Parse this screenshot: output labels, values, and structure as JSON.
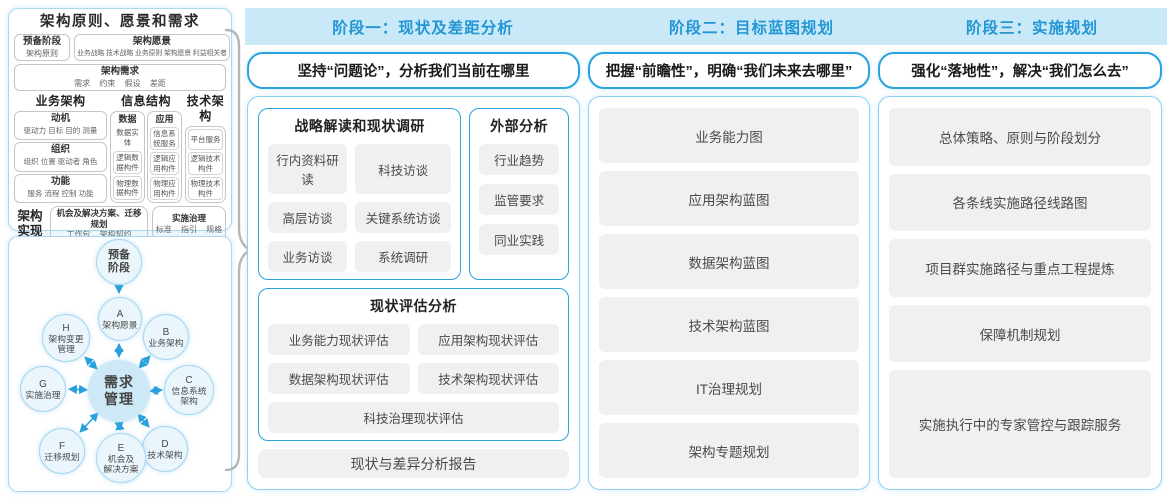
{
  "colors": {
    "accent_blue": "#29a2dc",
    "band_bg": "#c9e8f8",
    "panel_border": "#8ed2f2",
    "item_bg": "#f0f0f0",
    "brace_gray": "#b5b5b5"
  },
  "left_panel": {
    "top_box": {
      "title": "架构原则、愿景和需求",
      "prep": {
        "title": "预备阶段",
        "item": "架构原则"
      },
      "vision": {
        "title": "架构愿景",
        "text": "业务战略 技术战略 业务原则 架构愿景 利益相关者"
      },
      "requirements": {
        "title": "架构需求",
        "text": "需求 约束 假设 差距"
      },
      "business": {
        "header": "业务架构",
        "groups": [
          {
            "title": "动机",
            "text": "驱动力 目标 目的 测量"
          },
          {
            "title": "组织",
            "text": "组织 位置 驱动者 角色"
          },
          {
            "title": "功能",
            "text": "服务 流程 控制 功能"
          }
        ]
      },
      "info": {
        "header": "信息结构",
        "data": {
          "title": "数据",
          "items": [
            "数据实体",
            "逻辑数据构件",
            "物理数据构件"
          ]
        },
        "app": {
          "title": "应用",
          "items": [
            "信息系统服务",
            "逻辑应用构件",
            "物理应用构件"
          ]
        }
      },
      "tech": {
        "header": "技术架构",
        "items": [
          "平台服务",
          "逻辑技术构件",
          "物理技术构件"
        ]
      },
      "realization": {
        "label": "架构实现",
        "box1": {
          "title": "机会及解决方案、迁移规划",
          "text": "工作包 架构契约"
        },
        "box2": {
          "title": "实施治理",
          "text": "标准 指引 规格"
        }
      }
    },
    "adm": {
      "prep": "预备\n阶段",
      "center": "需求\n管理",
      "nodes": {
        "a": {
          "id": "A",
          "name": "架构愿景"
        },
        "b": {
          "id": "B",
          "name": "业务架构"
        },
        "c": {
          "id": "C",
          "name": "信息系统\n架构"
        },
        "d": {
          "id": "D",
          "name": "技术架构"
        },
        "e": {
          "id": "E",
          "name": "机会及\n解决方案"
        },
        "f": {
          "id": "F",
          "name": "迁移规划"
        },
        "g": {
          "id": "G",
          "name": "实施治理"
        },
        "h": {
          "id": "H",
          "name": "架构变更\n管理"
        }
      }
    }
  },
  "phases": [
    {
      "header": "阶段一：现状及差距分析",
      "subtitle": "坚持“问题论”，分析我们当前在哪里",
      "survey": {
        "title": "战略解读和现状调研",
        "items": [
          "行内资料研读",
          "科技访谈",
          "高层访谈",
          "关键系统访谈",
          "业务访谈",
          "系统调研"
        ]
      },
      "external": {
        "title": "外部分析",
        "items": [
          "行业趋势",
          "监管要求",
          "同业实践"
        ]
      },
      "assessment": {
        "title": "现状评估分析",
        "items": [
          "业务能力现状评估",
          "应用架构现状评估",
          "数据架构现状评估",
          "技术架构现状评估",
          "科技治理现状评估"
        ]
      },
      "report": "现状与差异分析报告"
    },
    {
      "header": "阶段二：目标蓝图规划",
      "subtitle": "把握“前瞻性”，明确“我们未来去哪里”",
      "items": [
        "业务能力图",
        "应用架构蓝图",
        "数据架构蓝图",
        "技术架构蓝图",
        "IT治理规划",
        "架构专题规划"
      ]
    },
    {
      "header": "阶段三：实施规划",
      "subtitle": "强化“落地性”，解决“我们怎么去”",
      "items": [
        "总体策略、原则与阶段划分",
        "各条线实施路径线路图",
        "项目群实施路径与重点工程提炼",
        "保障机制规划",
        "实施执行中的专家管控与跟踪服务"
      ]
    }
  ]
}
